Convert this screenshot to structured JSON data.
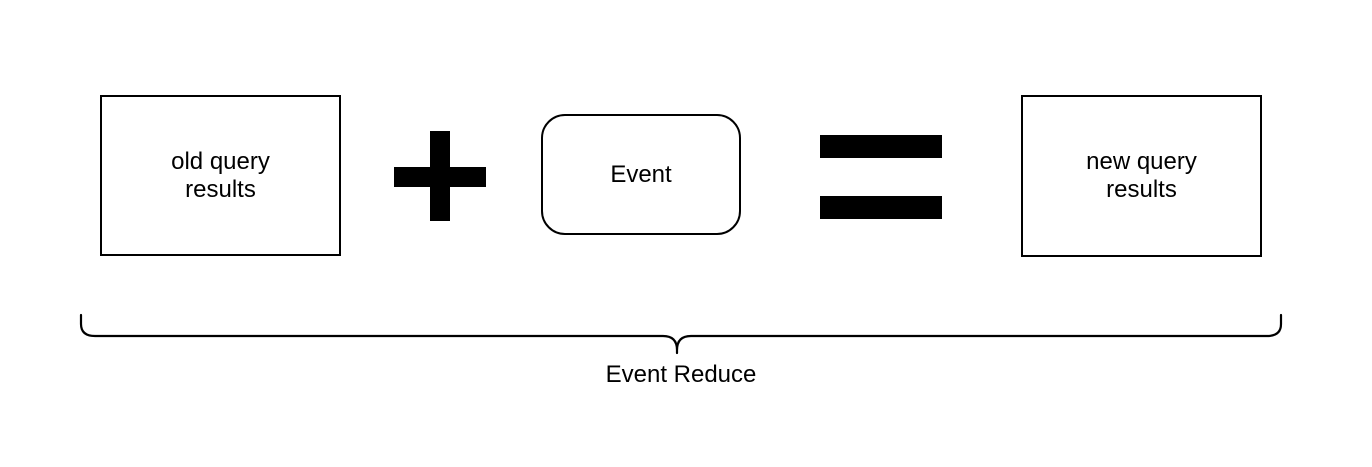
{
  "diagram": {
    "colors": {
      "background": "#ffffff",
      "stroke": "#000000",
      "text": "#000000"
    },
    "nodes": {
      "old_query": {
        "label": "old query\nresults",
        "shape": "rectangle"
      },
      "event": {
        "label": "Event",
        "shape": "rounded-rectangle"
      },
      "new_query": {
        "label": "new query\nresults",
        "shape": "rectangle"
      }
    },
    "operators": {
      "plus_icon": "+",
      "equals_icon": "="
    },
    "brace": {
      "label": "Event Reduce",
      "style": "underbrace"
    }
  }
}
